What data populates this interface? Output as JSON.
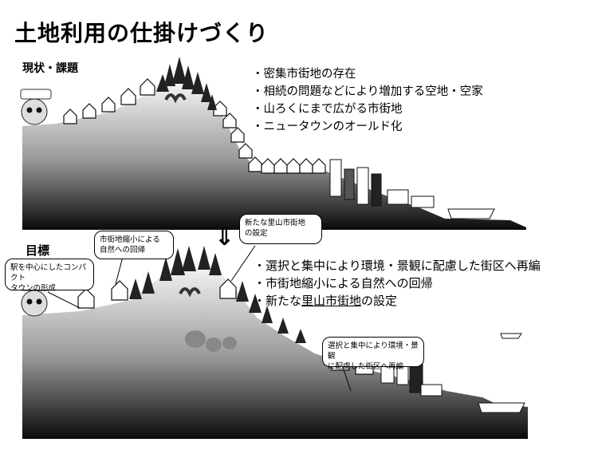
{
  "title": "土地利用の仕掛けづくり",
  "top_section": {
    "label": "現状・課題",
    "bullets": [
      "密集市街地の存在",
      "相続の問題などにより増加する空地・空家",
      "山ろくにまで広がる市街地",
      "ニュータウンのオールド化"
    ]
  },
  "bottom_section": {
    "label": "目標",
    "bullets": [
      {
        "pre": "選択と集中により環境・景観に配慮した街区へ再編",
        "u": "",
        "post": ""
      },
      {
        "pre": "市街地縮小による自然への回帰",
        "u": "",
        "post": ""
      },
      {
        "pre": "新たな",
        "u": "里山市街地",
        "post": "の設定"
      }
    ]
  },
  "arrow": "⇓",
  "callouts": {
    "satoyama": [
      "新たな里山市街地",
      "の設定"
    ],
    "shrink": [
      "市街地縮小による",
      "自然への回帰"
    ],
    "compact": [
      "駅を中心にしたコンパクト",
      "タウンの形成"
    ],
    "reorg": [
      "選択と集中により環境・景観",
      "に配慮した街区へ再編"
    ]
  }
}
